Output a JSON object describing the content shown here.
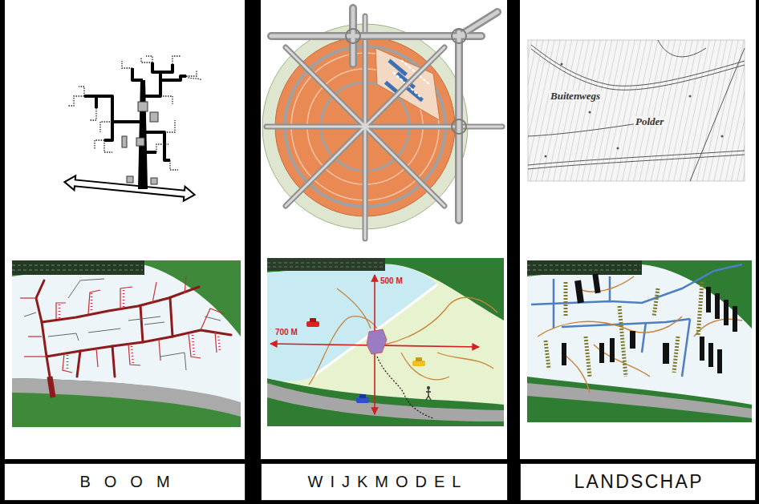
{
  "diagram": {
    "nodes": [
      {
        "text": [
          "BOOM"
        ]
      },
      {
        "text": [
          "WIJKMODEL"
        ]
      },
      {
        "text": [
          "LANDSCHAP"
        ]
      }
    ],
    "labels": [
      "500 M",
      "700 M",
      "Buitenwegs",
      "Polder"
    ]
  }
}
